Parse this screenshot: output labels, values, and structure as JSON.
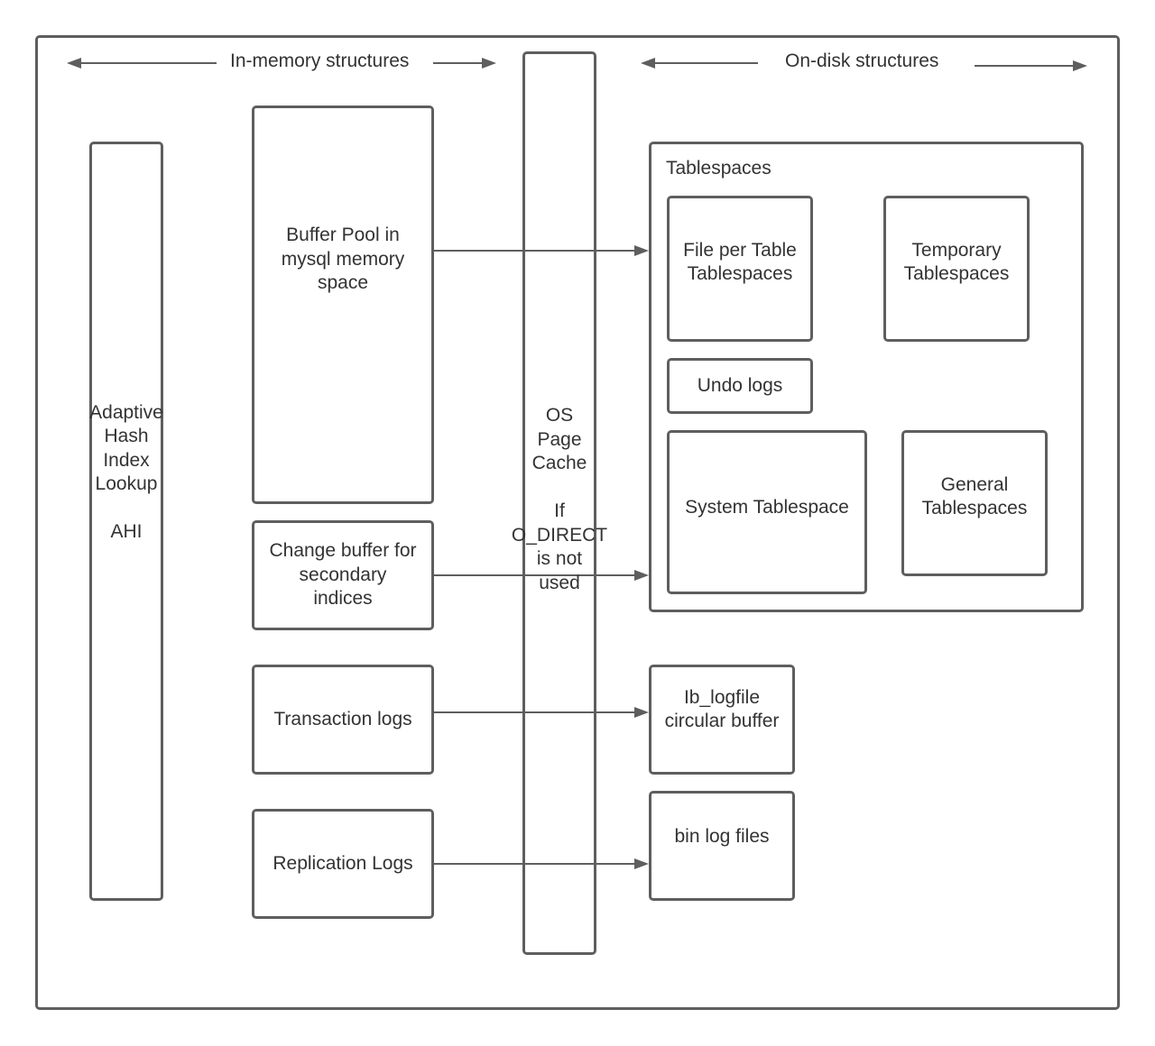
{
  "headers": {
    "in_memory": "In-memory structures",
    "on_disk": "On-disk structures"
  },
  "in_memory": {
    "ahi": "Adaptive\nHash\nIndex\nLookup\n\nAHI",
    "buffer_pool": "Buffer Pool in\nmysql memory\nspace",
    "change_buffer": "Change buffer for\nsecondary\nindices",
    "transaction_logs": "Transaction logs",
    "replication_logs": "Replication Logs"
  },
  "os_page_cache": "OS\nPage\nCache\n\nIf\nO_DIRECT\nis not\nused",
  "on_disk": {
    "tablespaces_title": "Tablespaces",
    "file_per_table": "File per Table\nTablespaces",
    "temporary": "Temporary\nTablespaces",
    "undo_logs": "Undo logs",
    "system": "System Tablespace",
    "general": "General\nTablespaces",
    "ib_logfile": "Ib_logfile\ncircular buffer",
    "bin_log": "bin log files"
  },
  "colors": {
    "stroke": "#5e5e5e",
    "text": "#333333",
    "background": "#ffffff"
  }
}
